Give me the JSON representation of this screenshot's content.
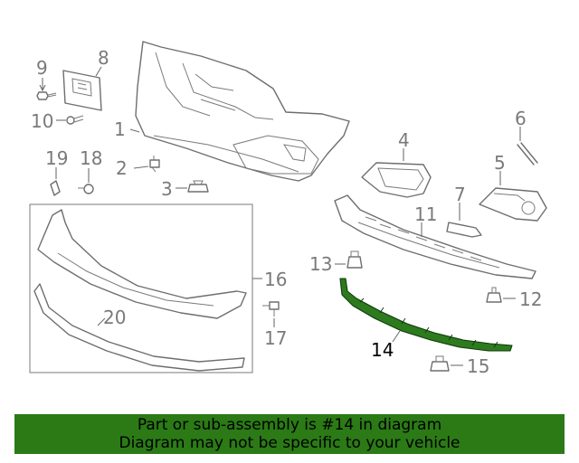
{
  "callouts": [
    {
      "id": "c1",
      "text": "1",
      "highlight": false
    },
    {
      "id": "c2",
      "text": "2",
      "highlight": false
    },
    {
      "id": "c3",
      "text": "3",
      "highlight": false
    },
    {
      "id": "c4",
      "text": "4",
      "highlight": false
    },
    {
      "id": "c5",
      "text": "5",
      "highlight": false
    },
    {
      "id": "c6",
      "text": "6",
      "highlight": false
    },
    {
      "id": "c7",
      "text": "7",
      "highlight": false
    },
    {
      "id": "c8",
      "text": "8",
      "highlight": false
    },
    {
      "id": "c9",
      "text": "9",
      "highlight": false
    },
    {
      "id": "c10",
      "text": "10",
      "highlight": false
    },
    {
      "id": "c11",
      "text": "11",
      "highlight": false
    },
    {
      "id": "c12",
      "text": "12",
      "highlight": false
    },
    {
      "id": "c13",
      "text": "13",
      "highlight": false
    },
    {
      "id": "c14",
      "text": "14",
      "highlight": true
    },
    {
      "id": "c15",
      "text": "15",
      "highlight": false
    },
    {
      "id": "c16",
      "text": "16",
      "highlight": false
    },
    {
      "id": "c17",
      "text": "17",
      "highlight": false
    },
    {
      "id": "c18",
      "text": "18",
      "highlight": false
    },
    {
      "id": "c19",
      "text": "19",
      "highlight": false
    },
    {
      "id": "c20",
      "text": "20",
      "highlight": false
    }
  ],
  "notice": {
    "line1": "Part or sub-assembly is #14 in diagram",
    "line2": "Diagram may not be specific to your vehicle"
  },
  "colors": {
    "highlight_part": "#2d7a1f",
    "notice_background": "#2b7a16",
    "line_art": "#6e6e6e"
  }
}
